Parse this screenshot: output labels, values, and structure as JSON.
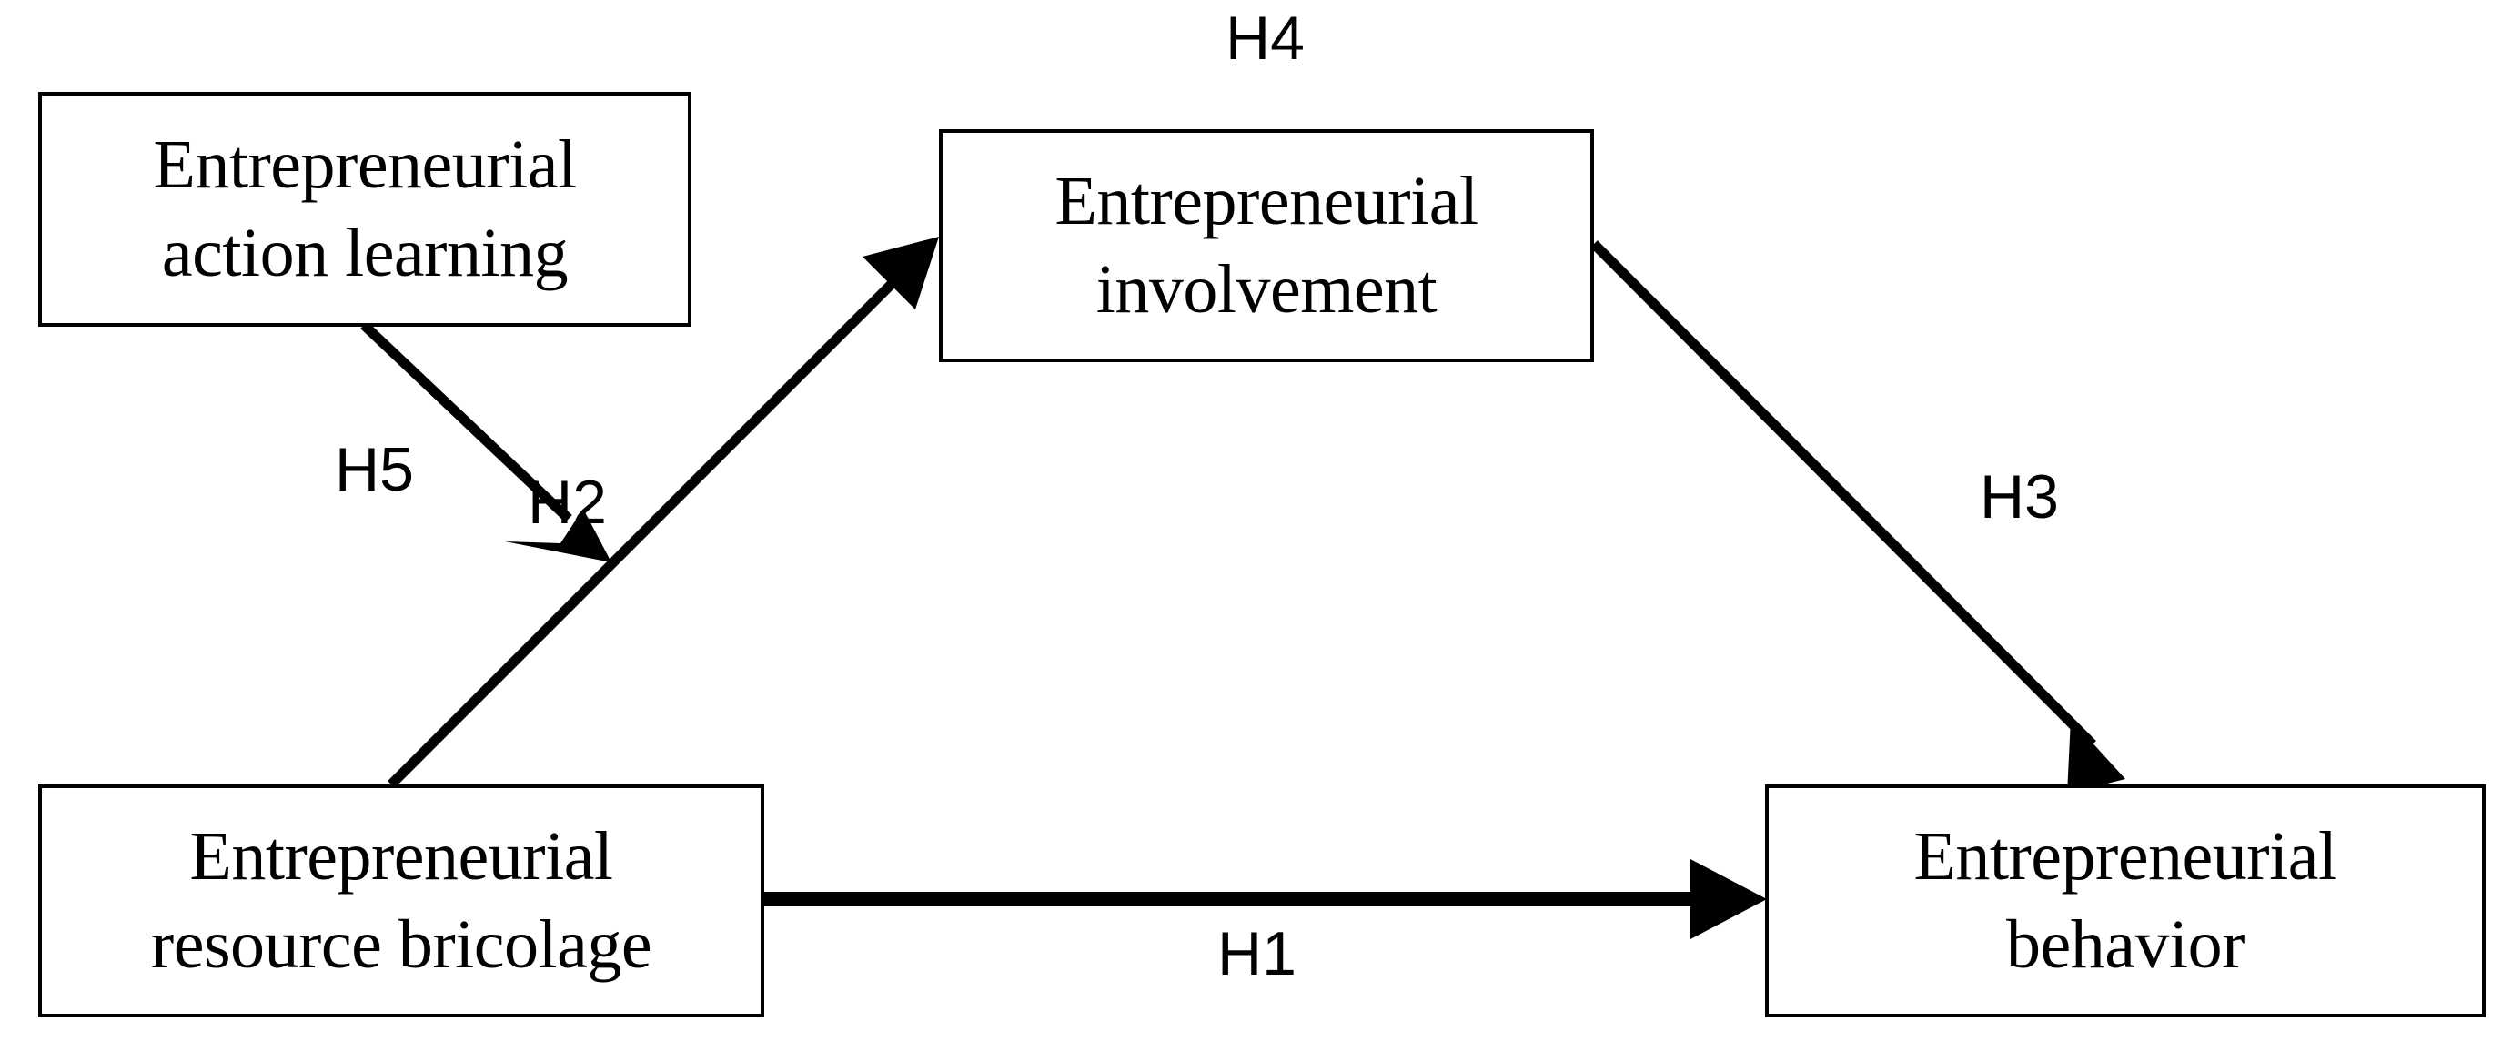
{
  "diagram": {
    "type": "conceptual-model",
    "background_color": "#ffffff",
    "line_color": "#000000",
    "nodes": [
      {
        "id": "entrepreneurial-action-learning",
        "label": "Entrepreneurial\naction learning",
        "position": "top-left"
      },
      {
        "id": "entrepreneurial-involvement",
        "label": "Entrepreneurial\ninvolvement",
        "position": "top-center"
      },
      {
        "id": "entrepreneurial-resource-bricolage",
        "label": "Entrepreneurial\nresource bricolage",
        "position": "bottom-left"
      },
      {
        "id": "entrepreneurial-behavior",
        "label": "Entrepreneurial\nbehavior",
        "position": "bottom-right"
      }
    ],
    "hypotheses": [
      {
        "id": "h1",
        "label": "H1",
        "from": "entrepreneurial-resource-bricolage",
        "to": "entrepreneurial-behavior",
        "style": "thick-solid-arrow"
      },
      {
        "id": "h2",
        "label": "H2",
        "from": "entrepreneurial-resource-bricolage",
        "to": "entrepreneurial-involvement",
        "style": "solid-arrow"
      },
      {
        "id": "h3",
        "label": "H3",
        "from": "entrepreneurial-involvement",
        "to": "entrepreneurial-behavior",
        "style": "solid-arrow"
      },
      {
        "id": "h4",
        "label": "H4",
        "from": "entrepreneurial-involvement",
        "to": "entrepreneurial-involvement",
        "style": "mediation-label"
      },
      {
        "id": "h5",
        "label": "H5",
        "from": "entrepreneurial-action-learning",
        "to": "h2-path",
        "style": "moderation-arrow"
      }
    ]
  }
}
